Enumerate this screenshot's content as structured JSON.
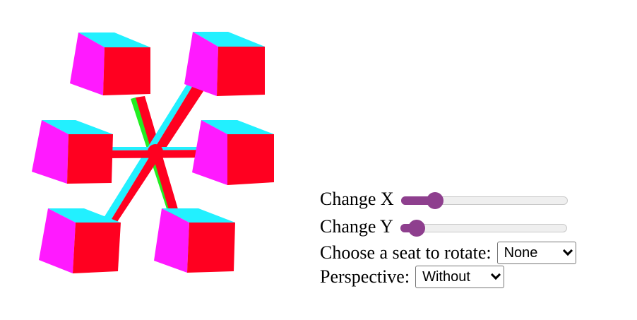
{
  "colors": {
    "cube_side": "#ff1aff",
    "cube_front": "#ff0020",
    "cube_top": "#22f0ff",
    "arm_red": "#ff0020",
    "arm_cyan": "#22f0ff",
    "arm_green": "#22ee22",
    "slider_accent": "#8e3f8e"
  },
  "controls": {
    "change_x": {
      "label": "Change X",
      "value_fraction": 0.17
    },
    "change_y": {
      "label": "Change Y",
      "value_fraction": 0.05
    },
    "seat": {
      "label": "Choose a seat to rotate:",
      "selected": "None"
    },
    "perspective": {
      "label": "Perspective:",
      "selected": "Without"
    }
  }
}
